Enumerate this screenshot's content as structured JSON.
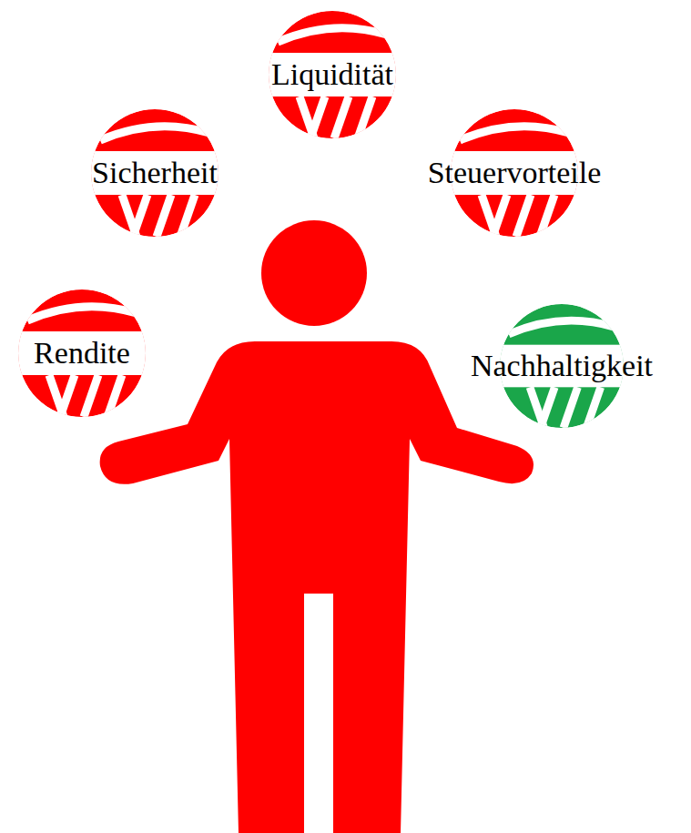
{
  "diagram": {
    "nodes": [
      {
        "text": [
          "Liquidität"
        ]
      },
      {
        "text": [
          "Sicherheit"
        ]
      },
      {
        "text": [
          "Steuervorteile"
        ]
      },
      {
        "text": [
          "Rendite"
        ]
      },
      {
        "text": [
          "Nachhaltigkeit"
        ]
      }
    ]
  }
}
